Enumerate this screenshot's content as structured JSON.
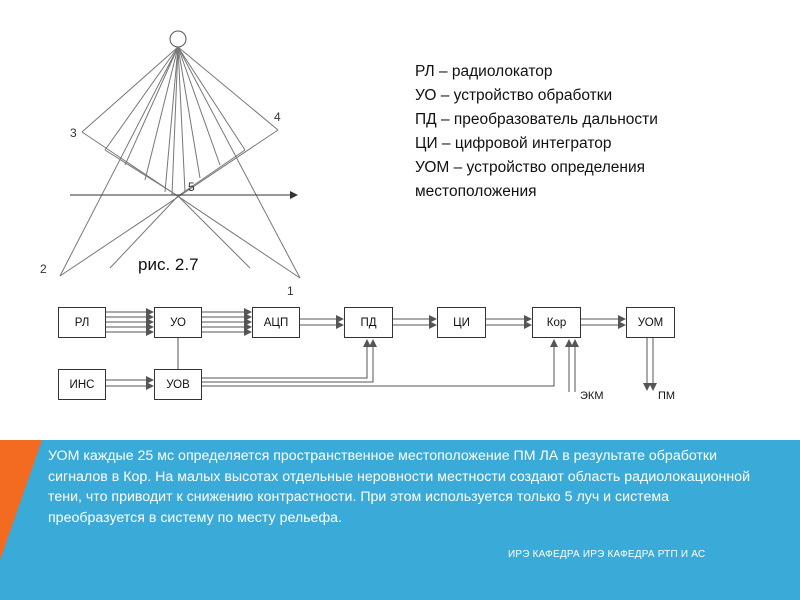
{
  "legend": [
    "РЛ – радиолокатор",
    "УО – устройство обработки",
    "ПД – преобразователь дальности",
    "ЦИ – цифровой интегратор",
    "УОМ – устройство определения",
    "местоположения"
  ],
  "figure": {
    "caption": "рис. 2.7",
    "labels": [
      "1",
      "2",
      "3",
      "4",
      "5"
    ]
  },
  "blocks": {
    "rl": "РЛ",
    "uo": "УО",
    "adc": "АЦП",
    "pd": "ПД",
    "ci": "ЦИ",
    "kor": "Кор",
    "uom": "УОМ",
    "ins": "ИНС",
    "uov": "УОВ"
  },
  "io": {
    "ekm": "ЭКМ",
    "pm": "ПМ"
  },
  "body_text": "УОМ каждые 25 мс определяется пространственное местоположение ПМ ЛА в результате обработки сигналов в Кор. На малых высотах отдельные неровности местности создают область радиолокационной тени, что приводит к снижению контрастности. При этом используется только 5 луч и система преобразуется в систему по месту рельефа.",
  "footer": "ИРЭ КАФЕДРА ИРЭ КАФЕДРА РТП И АС",
  "colors": {
    "orange": "#f26b21",
    "blue": "#3aaad8",
    "line": "#555555"
  }
}
